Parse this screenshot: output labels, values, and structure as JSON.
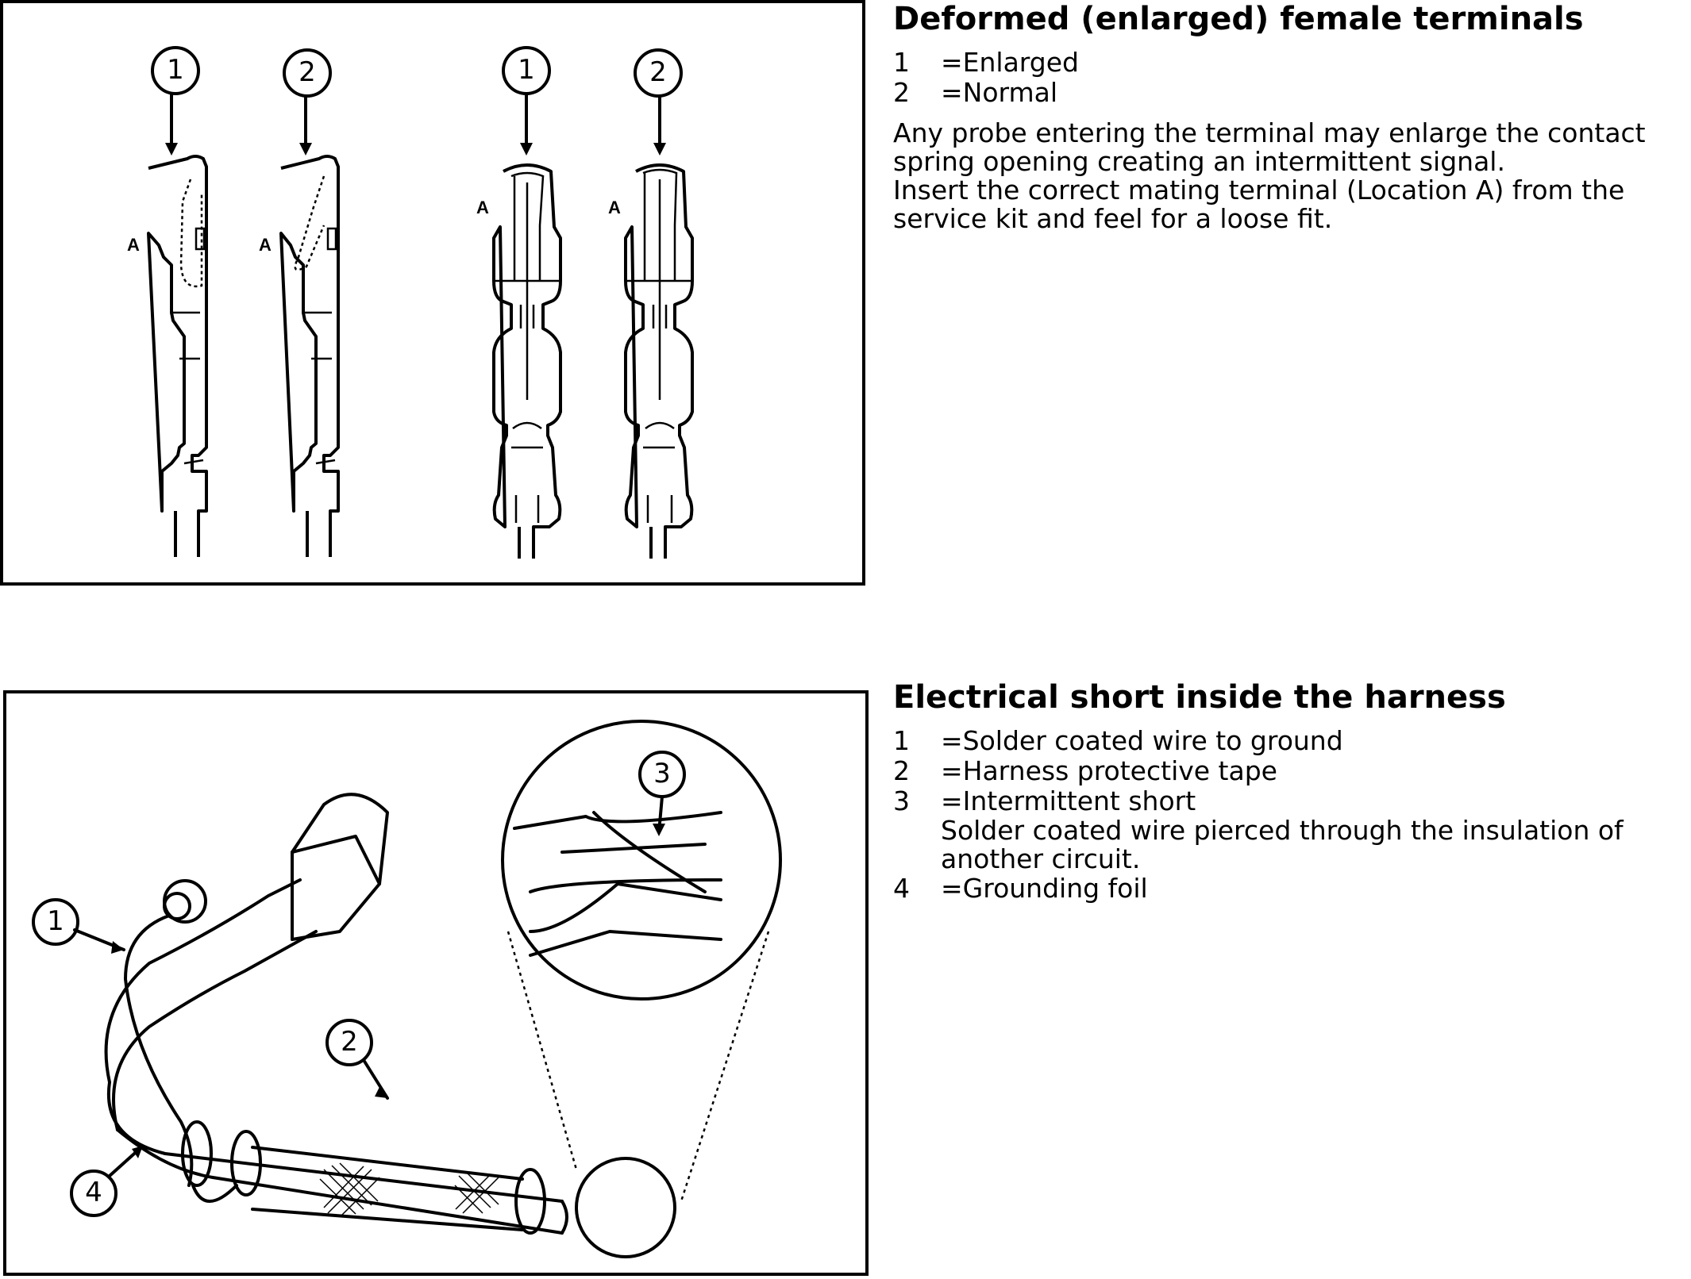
{
  "section1": {
    "heading": "Deformed (enlarged) female terminals",
    "legend": [
      {
        "num": "1",
        "label": "=Enlarged"
      },
      {
        "num": "2",
        "label": "=Normal"
      }
    ],
    "paragraphs": [
      "Any probe entering the terminal may enlarge the contact spring opening creating an intermittent signal.",
      "Insert the correct mating terminal (Location A) from the service kit and feel for a loose fit."
    ],
    "figure": {
      "callouts": [
        "1",
        "2",
        "1",
        "2"
      ],
      "location_labels": [
        "A",
        "A",
        "A",
        "A"
      ]
    }
  },
  "section2": {
    "heading": "Electrical short inside the harness",
    "legend": [
      {
        "num": "1",
        "label": "=Solder coated wire to ground"
      },
      {
        "num": "2",
        "label": "=Harness protective tape"
      },
      {
        "num": "3",
        "label": "=Intermittent short",
        "sub": "Solder coated wire pierced through the insulation of another circuit."
      },
      {
        "num": "4",
        "label": "=Grounding foil"
      }
    ],
    "figure": {
      "callouts": [
        "1",
        "2",
        "3",
        "4"
      ]
    }
  }
}
